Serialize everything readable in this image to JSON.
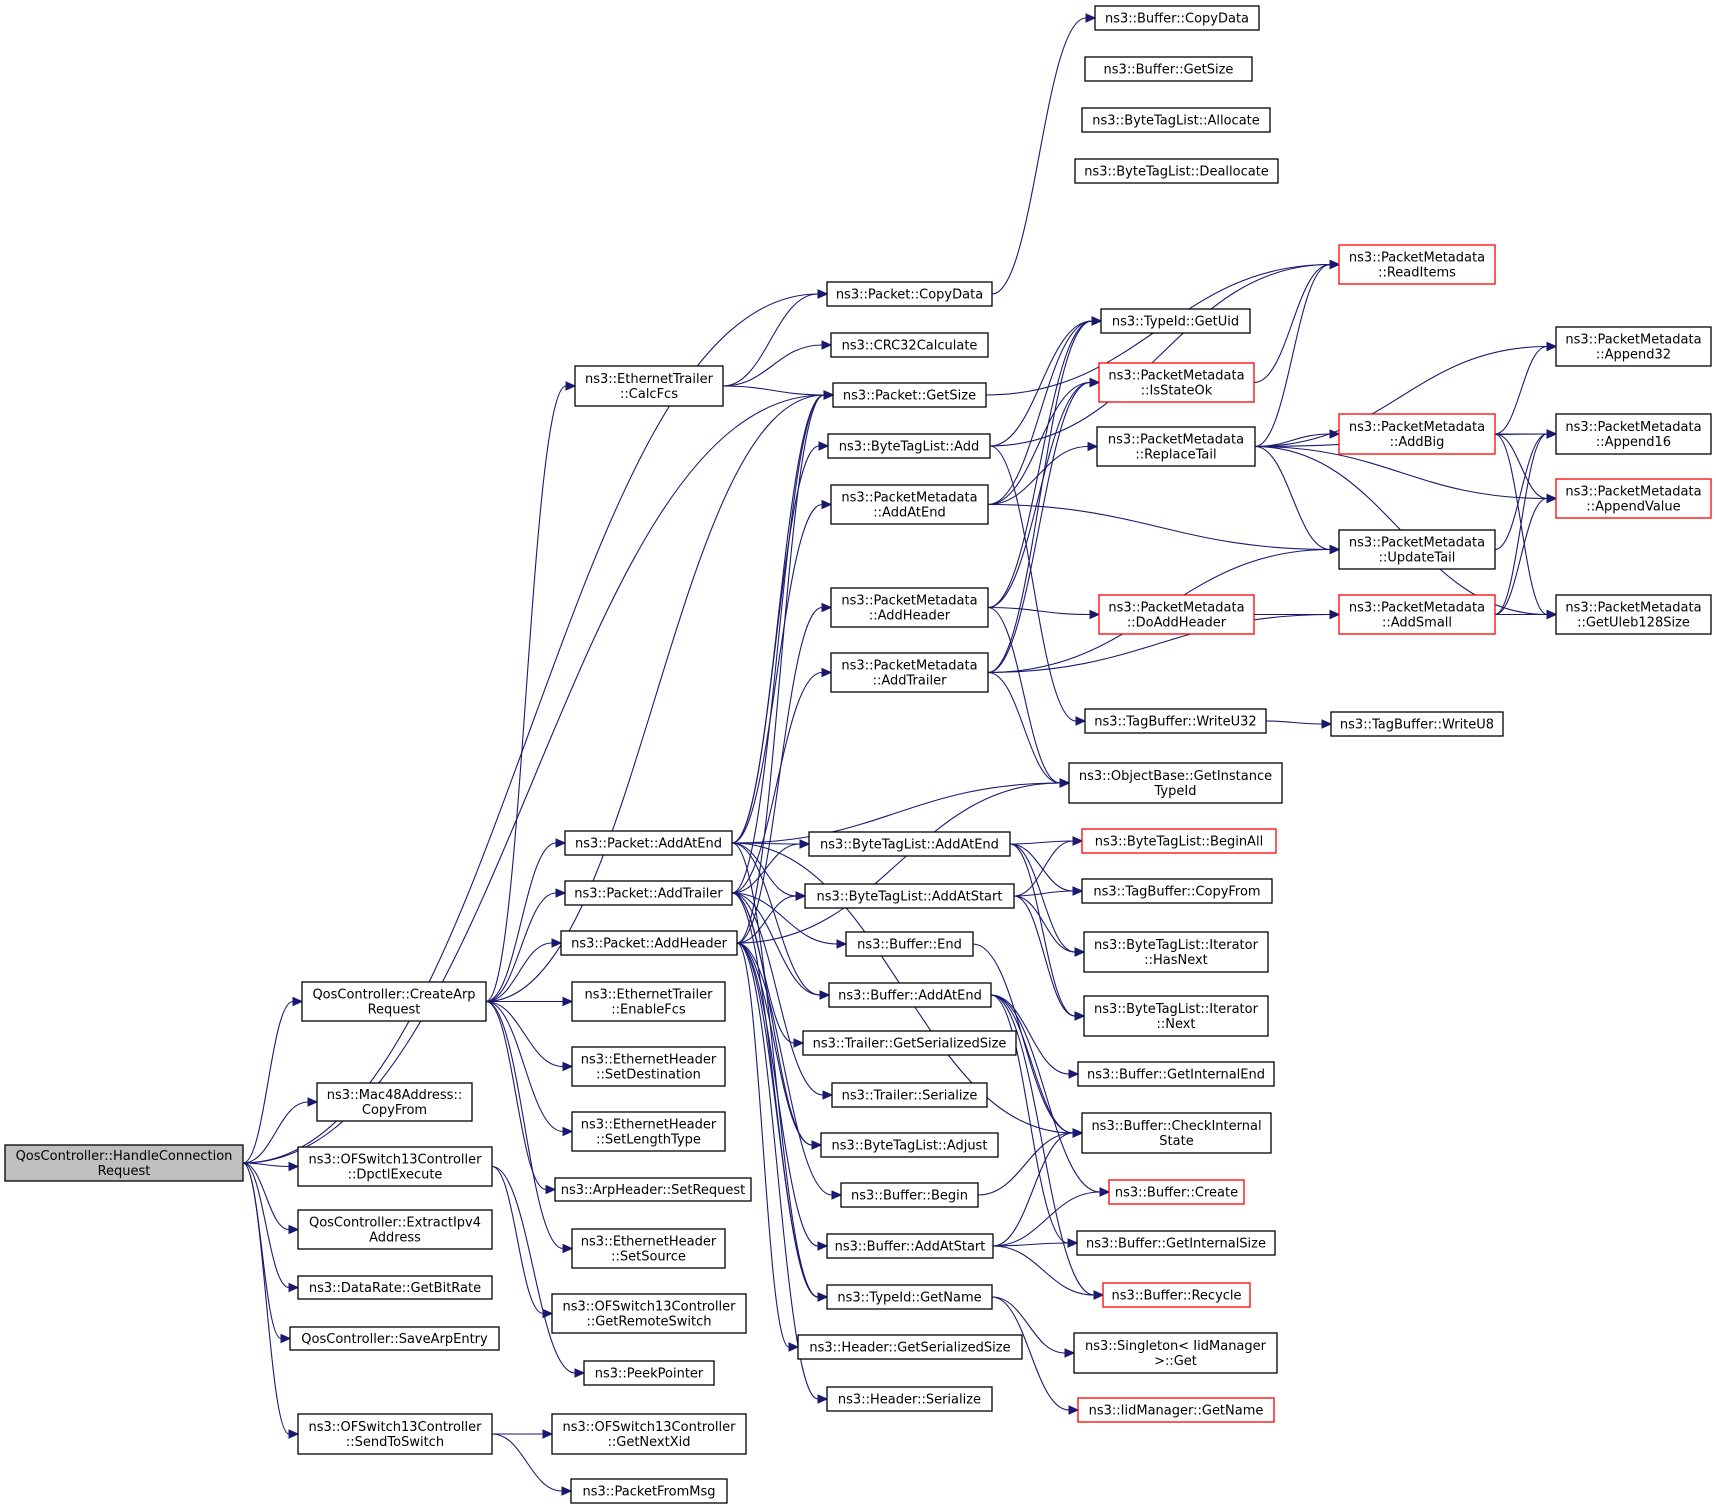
{
  "diagram": {
    "type": "call-graph",
    "nodes": [
      {
        "id": "root",
        "lines": [
          "QosController::HandleConnection",
          "Request"
        ],
        "style": "root"
      },
      {
        "id": "createArp",
        "lines": [
          "QosController::CreateArp",
          "Request"
        ]
      },
      {
        "id": "mac48Copy",
        "lines": [
          "ns3::Mac48Address::",
          "CopyFrom"
        ]
      },
      {
        "id": "dpctl",
        "lines": [
          "ns3::OFSwitch13Controller",
          "::DpctlExecute"
        ]
      },
      {
        "id": "extractIpv4",
        "lines": [
          "QosController::ExtractIpv4",
          "Address"
        ]
      },
      {
        "id": "getBitRate",
        "lines": [
          "ns3::DataRate::GetBitRate"
        ]
      },
      {
        "id": "saveArp",
        "lines": [
          "QosController::SaveArpEntry"
        ]
      },
      {
        "id": "sendToSwitch",
        "lines": [
          "ns3::OFSwitch13Controller",
          "::SendToSwitch"
        ]
      },
      {
        "id": "calcFcs",
        "lines": [
          "ns3::EthernetTrailer",
          "::CalcFcs"
        ]
      },
      {
        "id": "pktAddAtEnd",
        "lines": [
          "ns3::Packet::AddAtEnd"
        ]
      },
      {
        "id": "pktAddTrailer",
        "lines": [
          "ns3::Packet::AddTrailer"
        ]
      },
      {
        "id": "pktAddHeader",
        "lines": [
          "ns3::Packet::AddHeader"
        ]
      },
      {
        "id": "enableFcs",
        "lines": [
          "ns3::EthernetTrailer",
          "::EnableFcs"
        ]
      },
      {
        "id": "setDest",
        "lines": [
          "ns3::EthernetHeader",
          "::SetDestination"
        ]
      },
      {
        "id": "setLenType",
        "lines": [
          "ns3::EthernetHeader",
          "::SetLengthType"
        ]
      },
      {
        "id": "arpSetReq",
        "lines": [
          "ns3::ArpHeader::SetRequest"
        ]
      },
      {
        "id": "setSource",
        "lines": [
          "ns3::EthernetHeader",
          "::SetSource"
        ]
      },
      {
        "id": "getRemoteSwitch",
        "lines": [
          "ns3::OFSwitch13Controller",
          "::GetRemoteSwitch"
        ]
      },
      {
        "id": "peekPointer",
        "lines": [
          "ns3::PeekPointer"
        ]
      },
      {
        "id": "getNextXid",
        "lines": [
          "ns3::OFSwitch13Controller",
          "::GetNextXid"
        ]
      },
      {
        "id": "packetFromMsg",
        "lines": [
          "ns3::PacketFromMsg"
        ]
      },
      {
        "id": "pktCopyData",
        "lines": [
          "ns3::Packet::CopyData"
        ]
      },
      {
        "id": "crc32",
        "lines": [
          "ns3::CRC32Calculate"
        ]
      },
      {
        "id": "pktGetSize",
        "lines": [
          "ns3::Packet::GetSize"
        ]
      },
      {
        "id": "btlAdd",
        "lines": [
          "ns3::ByteTagList::Add"
        ]
      },
      {
        "id": "pmAddAtEnd",
        "lines": [
          "ns3::PacketMetadata",
          "::AddAtEnd"
        ]
      },
      {
        "id": "pmAddHeader",
        "lines": [
          "ns3::PacketMetadata",
          "::AddHeader"
        ]
      },
      {
        "id": "pmAddTrailer",
        "lines": [
          "ns3::PacketMetadata",
          "::AddTrailer"
        ]
      },
      {
        "id": "btlAddAtEnd",
        "lines": [
          "ns3::ByteTagList::AddAtEnd"
        ]
      },
      {
        "id": "btlAddAtStart",
        "lines": [
          "ns3::ByteTagList::AddAtStart"
        ]
      },
      {
        "id": "bufEnd",
        "lines": [
          "ns3::Buffer::End"
        ]
      },
      {
        "id": "bufAddAtEnd",
        "lines": [
          "ns3::Buffer::AddAtEnd"
        ]
      },
      {
        "id": "trailerGetSer",
        "lines": [
          "ns3::Trailer::GetSerializedSize"
        ]
      },
      {
        "id": "trailerSer",
        "lines": [
          "ns3::Trailer::Serialize"
        ]
      },
      {
        "id": "btlAdjust",
        "lines": [
          "ns3::ByteTagList::Adjust"
        ]
      },
      {
        "id": "bufBegin",
        "lines": [
          "ns3::Buffer::Begin"
        ]
      },
      {
        "id": "bufAddAtStart",
        "lines": [
          "ns3::Buffer::AddAtStart"
        ]
      },
      {
        "id": "typeGetName",
        "lines": [
          "ns3::TypeId::GetName"
        ]
      },
      {
        "id": "headerGetSer",
        "lines": [
          "ns3::Header::GetSerializedSize"
        ]
      },
      {
        "id": "headerSer",
        "lines": [
          "ns3::Header::Serialize"
        ]
      },
      {
        "id": "bufCopyData",
        "lines": [
          "ns3::Buffer::CopyData"
        ]
      },
      {
        "id": "bufGetSize",
        "lines": [
          "ns3::Buffer::GetSize"
        ]
      },
      {
        "id": "btlAllocate",
        "lines": [
          "ns3::ByteTagList::Allocate"
        ]
      },
      {
        "id": "btlDeallocate",
        "lines": [
          "ns3::ByteTagList::Deallocate"
        ]
      },
      {
        "id": "typeGetUid",
        "lines": [
          "ns3::TypeId::GetUid"
        ]
      },
      {
        "id": "pmIsStateOk",
        "lines": [
          "ns3::PacketMetadata",
          "::IsStateOk"
        ],
        "style": "red"
      },
      {
        "id": "pmReplaceTail",
        "lines": [
          "ns3::PacketMetadata",
          "::ReplaceTail"
        ]
      },
      {
        "id": "pmDoAddHeader",
        "lines": [
          "ns3::PacketMetadata",
          "::DoAddHeader"
        ],
        "style": "red"
      },
      {
        "id": "tbWriteU32",
        "lines": [
          "ns3::TagBuffer::WriteU32"
        ]
      },
      {
        "id": "objGetInstance",
        "lines": [
          "ns3::ObjectBase::GetInstance",
          "TypeId"
        ]
      },
      {
        "id": "btlBeginAll",
        "lines": [
          "ns3::ByteTagList::BeginAll"
        ],
        "style": "red"
      },
      {
        "id": "tbCopyFrom",
        "lines": [
          "ns3::TagBuffer::CopyFrom"
        ]
      },
      {
        "id": "btlItHasNext",
        "lines": [
          "ns3::ByteTagList::Iterator",
          "::HasNext"
        ]
      },
      {
        "id": "btlItNext",
        "lines": [
          "ns3::ByteTagList::Iterator",
          "::Next"
        ]
      },
      {
        "id": "bufGetIntEnd",
        "lines": [
          "ns3::Buffer::GetInternalEnd"
        ]
      },
      {
        "id": "bufCheckInt",
        "lines": [
          "ns3::Buffer::CheckInternal",
          "State"
        ]
      },
      {
        "id": "bufCreate",
        "lines": [
          "ns3::Buffer::Create"
        ],
        "style": "red"
      },
      {
        "id": "bufGetIntSize",
        "lines": [
          "ns3::Buffer::GetInternalSize"
        ]
      },
      {
        "id": "bufRecycle",
        "lines": [
          "ns3::Buffer::Recycle"
        ],
        "style": "red"
      },
      {
        "id": "singletonGet",
        "lines": [
          "ns3::Singleton< IidManager",
          ">::Get"
        ]
      },
      {
        "id": "iidGetName",
        "lines": [
          "ns3::IidManager::GetName"
        ],
        "style": "red"
      },
      {
        "id": "pmReadItems",
        "lines": [
          "ns3::PacketMetadata",
          "::ReadItems"
        ],
        "style": "red"
      },
      {
        "id": "pmAddBig",
        "lines": [
          "ns3::PacketMetadata",
          "::AddBig"
        ],
        "style": "red"
      },
      {
        "id": "pmUpdateTail",
        "lines": [
          "ns3::PacketMetadata",
          "::UpdateTail"
        ]
      },
      {
        "id": "pmAddSmall",
        "lines": [
          "ns3::PacketMetadata",
          "::AddSmall"
        ],
        "style": "red"
      },
      {
        "id": "tbWriteU8",
        "lines": [
          "ns3::TagBuffer::WriteU8"
        ]
      },
      {
        "id": "pmAppend32",
        "lines": [
          "ns3::PacketMetadata",
          "::Append32"
        ]
      },
      {
        "id": "pmAppend16",
        "lines": [
          "ns3::PacketMetadata",
          "::Append16"
        ]
      },
      {
        "id": "pmAppendValue",
        "lines": [
          "ns3::PacketMetadata",
          "::AppendValue"
        ],
        "style": "red"
      },
      {
        "id": "pmGetUleb",
        "lines": [
          "ns3::PacketMetadata",
          "::GetUleb128Size"
        ]
      }
    ],
    "edges": [
      [
        "root",
        "createArp"
      ],
      [
        "root",
        "mac48Copy"
      ],
      [
        "root",
        "dpctl"
      ],
      [
        "root",
        "extractIpv4"
      ],
      [
        "root",
        "getBitRate"
      ],
      [
        "root",
        "saveArp"
      ],
      [
        "root",
        "sendToSwitch"
      ],
      [
        "root",
        "pktCopyData"
      ],
      [
        "root",
        "pktGetSize"
      ],
      [
        "createArp",
        "calcFcs"
      ],
      [
        "createArp",
        "pktAddAtEnd"
      ],
      [
        "createArp",
        "pktAddTrailer"
      ],
      [
        "createArp",
        "pktAddHeader"
      ],
      [
        "createArp",
        "enableFcs"
      ],
      [
        "createArp",
        "setDest"
      ],
      [
        "createArp",
        "setLenType"
      ],
      [
        "createArp",
        "arpSetReq"
      ],
      [
        "createArp",
        "setSource"
      ],
      [
        "createArp",
        "pktGetSize"
      ],
      [
        "dpctl",
        "getRemoteSwitch"
      ],
      [
        "dpctl",
        "peekPointer"
      ],
      [
        "sendToSwitch",
        "getNextXid"
      ],
      [
        "sendToSwitch",
        "packetFromMsg"
      ],
      [
        "calcFcs",
        "pktCopyData"
      ],
      [
        "calcFcs",
        "crc32"
      ],
      [
        "calcFcs",
        "pktGetSize"
      ],
      [
        "pktCopyData",
        "bufCopyData"
      ],
      [
        "pktGetSize",
        "pmReadItems"
      ],
      [
        "pktAddAtEnd",
        "btlAddAtEnd"
      ],
      [
        "pktAddAtEnd",
        "bufAddAtEnd"
      ],
      [
        "pktAddAtEnd",
        "pmAddAtEnd"
      ],
      [
        "pktAddAtEnd",
        "btlAdd"
      ],
      [
        "pktAddAtEnd",
        "pktGetSize"
      ],
      [
        "pktAddAtEnd",
        "btlAddAtStart"
      ],
      [
        "pktAddAtEnd",
        "objGetInstance"
      ],
      [
        "pktAddAtEnd",
        "typeGetName"
      ],
      [
        "pktAddAtEnd",
        "bufCheckInt"
      ],
      [
        "pktAddTrailer",
        "btlAddAtEnd"
      ],
      [
        "pktAddTrailer",
        "bufEnd"
      ],
      [
        "pktAddTrailer",
        "bufAddAtEnd"
      ],
      [
        "pktAddTrailer",
        "trailerGetSer"
      ],
      [
        "pktAddTrailer",
        "trailerSer"
      ],
      [
        "pktAddTrailer",
        "btlAdjust"
      ],
      [
        "pktAddTrailer",
        "pmAddTrailer"
      ],
      [
        "pktAddTrailer",
        "pktGetSize"
      ],
      [
        "pktAddTrailer",
        "typeGetName"
      ],
      [
        "pktAddHeader",
        "btlAddAtStart"
      ],
      [
        "pktAddHeader",
        "bufBegin"
      ],
      [
        "pktAddHeader",
        "bufAddAtStart"
      ],
      [
        "pktAddHeader",
        "headerGetSer"
      ],
      [
        "pktAddHeader",
        "headerSer"
      ],
      [
        "pktAddHeader",
        "btlAdjust"
      ],
      [
        "pktAddHeader",
        "pmAddHeader"
      ],
      [
        "pktAddHeader",
        "pktGetSize"
      ],
      [
        "pktAddHeader",
        "typeGetName"
      ],
      [
        "pktAddHeader",
        "objGetInstance"
      ],
      [
        "btlAdd",
        "typeGetUid"
      ],
      [
        "btlAdd",
        "pmReadItems"
      ],
      [
        "btlAdd",
        "tbWriteU32"
      ],
      [
        "pmAddAtEnd",
        "pmReplaceTail"
      ],
      [
        "pmAddAtEnd",
        "pmUpdateTail"
      ],
      [
        "pmAddAtEnd",
        "pmIsStateOk"
      ],
      [
        "pmAddAtEnd",
        "typeGetUid"
      ],
      [
        "pmAddHeader",
        "pmDoAddHeader"
      ],
      [
        "pmAddHeader",
        "objGetInstance"
      ],
      [
        "pmAddHeader",
        "typeGetUid"
      ],
      [
        "pmAddHeader",
        "pmIsStateOk"
      ],
      [
        "pmAddTrailer",
        "pmAddSmall"
      ],
      [
        "pmAddTrailer",
        "pmUpdateTail"
      ],
      [
        "pmAddTrailer",
        "objGetInstance"
      ],
      [
        "pmAddTrailer",
        "typeGetUid"
      ],
      [
        "pmAddTrailer",
        "pmIsStateOk"
      ],
      [
        "btlAddAtEnd",
        "btlBeginAll"
      ],
      [
        "btlAddAtEnd",
        "tbCopyFrom"
      ],
      [
        "btlAddAtEnd",
        "btlItHasNext"
      ],
      [
        "btlAddAtEnd",
        "btlItNext"
      ],
      [
        "btlAddAtStart",
        "btlBeginAll"
      ],
      [
        "btlAddAtStart",
        "tbCopyFrom"
      ],
      [
        "btlAddAtStart",
        "btlItHasNext"
      ],
      [
        "btlAddAtStart",
        "btlItNext"
      ],
      [
        "bufEnd",
        "bufCheckInt"
      ],
      [
        "bufAddAtEnd",
        "bufGetIntEnd"
      ],
      [
        "bufAddAtEnd",
        "bufCheckInt"
      ],
      [
        "bufAddAtEnd",
        "bufCreate"
      ],
      [
        "bufAddAtEnd",
        "bufGetIntSize"
      ],
      [
        "bufAddAtEnd",
        "bufRecycle"
      ],
      [
        "bufBegin",
        "bufCheckInt"
      ],
      [
        "bufAddAtStart",
        "bufCheckInt"
      ],
      [
        "bufAddAtStart",
        "bufCreate"
      ],
      [
        "bufAddAtStart",
        "bufGetIntSize"
      ],
      [
        "bufAddAtStart",
        "bufRecycle"
      ],
      [
        "typeGetName",
        "singletonGet"
      ],
      [
        "typeGetName",
        "iidGetName"
      ],
      [
        "pmIsStateOk",
        "pmReadItems"
      ],
      [
        "pmReplaceTail",
        "pmReadItems"
      ],
      [
        "pmReplaceTail",
        "pmAddBig"
      ],
      [
        "pmReplaceTail",
        "pmUpdateTail"
      ],
      [
        "pmReplaceTail",
        "pmAppend32"
      ],
      [
        "pmReplaceTail",
        "pmAppend16"
      ],
      [
        "pmReplaceTail",
        "pmAppendValue"
      ],
      [
        "pmReplaceTail",
        "pmGetUleb"
      ],
      [
        "pmDoAddHeader",
        "pmAddSmall"
      ],
      [
        "tbWriteU32",
        "tbWriteU8"
      ],
      [
        "pmAddBig",
        "pmAppend32"
      ],
      [
        "pmAddBig",
        "pmAppend16"
      ],
      [
        "pmAddBig",
        "pmAppendValue"
      ],
      [
        "pmAddBig",
        "pmGetUleb"
      ],
      [
        "pmUpdateTail",
        "pmAppend16"
      ],
      [
        "pmAddSmall",
        "pmAppend16"
      ],
      [
        "pmAddSmall",
        "pmAppendValue"
      ],
      [
        "pmAddSmall",
        "pmGetUleb"
      ]
    ]
  }
}
